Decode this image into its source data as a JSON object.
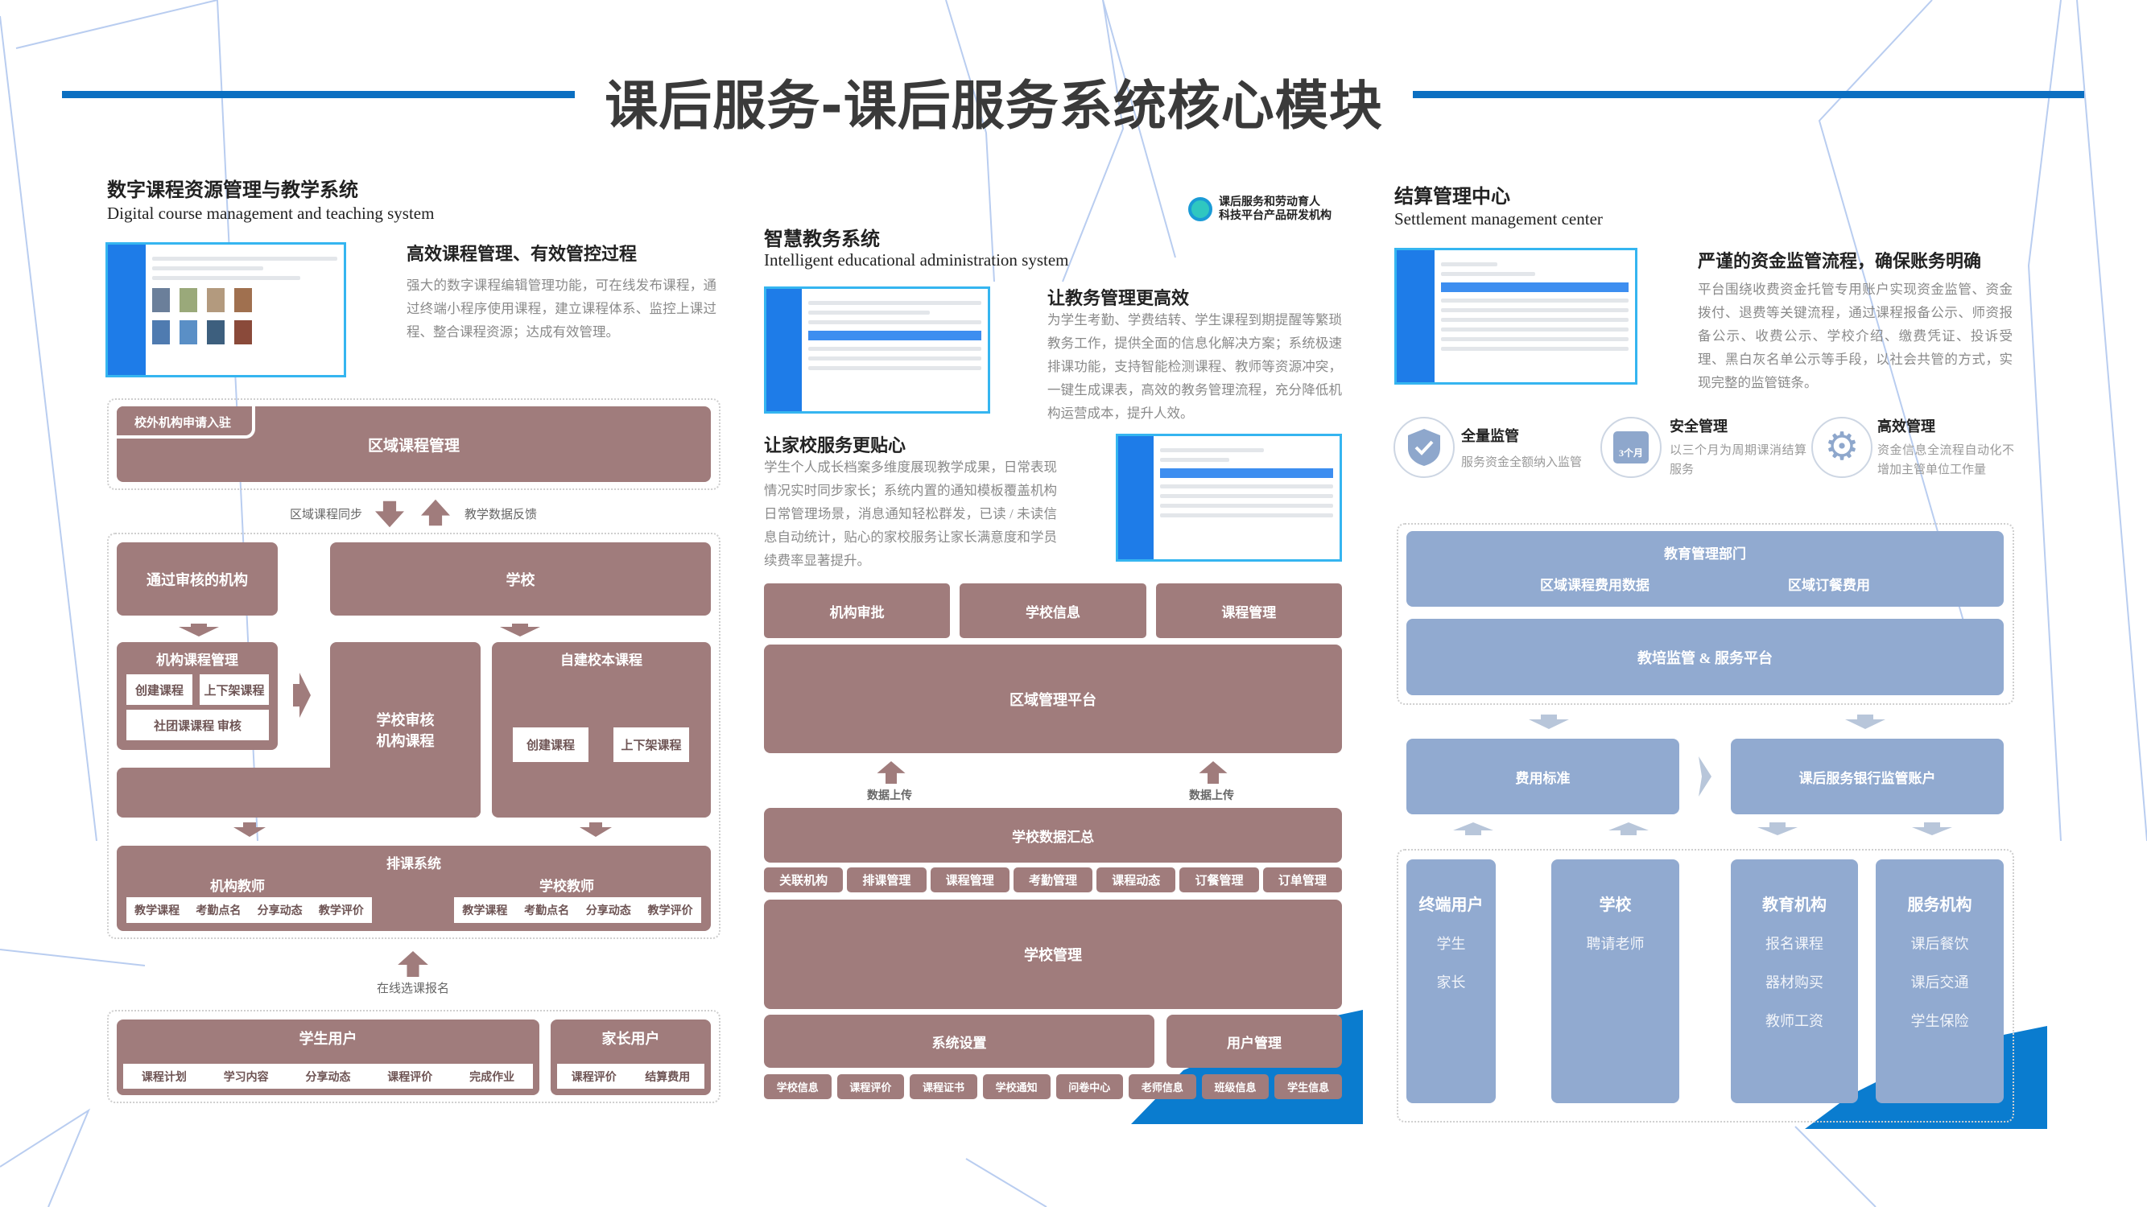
{
  "title": "课后服务-课后服务系统核心模块",
  "colors": {
    "accent": "#0b6fc1",
    "mauve": "#a07c7c",
    "blue": "#91aad0"
  },
  "logo": {
    "line1": "课后服务和劳动育人",
    "line2": "科技平台产品研发机构"
  },
  "left": {
    "heading": "数字课程资源管理与教学系统",
    "english": "Digital course management and teaching system",
    "subheading": "高效课程管理、有效管控过程",
    "paragraph": "强大的数字课程编辑管理功能，可在线发布课程，通过终端小程序使用课程，建立课程体系、监控上课过程、整合课程资源；达成有效管理。",
    "tab": "校外机构申请入驻",
    "region": "区域课程管理",
    "sync_label": "区域课程同步",
    "feedback_label": "教学数据反馈",
    "approved_org": "通过审核的机构",
    "school": "学校",
    "org_course_mgmt": "机构课程管理",
    "create_course": "创建课程",
    "shelf_course": "上下架课程",
    "club_review": "社团课课程 审核",
    "school_review": "学校审核\n机构课程",
    "self_built": "自建校本课程",
    "scheduling": "排课系统",
    "org_teacher": "机构教师",
    "school_teacher": "学校教师",
    "teacher_items": [
      "教学课程",
      "考勤点名",
      "分享动态",
      "教学评价"
    ],
    "enroll_label": "在线选课报名",
    "student_user": "学生用户",
    "student_items": [
      "课程计划",
      "学习内容",
      "分享动态",
      "课程评价",
      "完成作业"
    ],
    "parent_user": "家长用户",
    "parent_items": [
      "课程评价",
      "结算费用"
    ]
  },
  "middle": {
    "heading": "智慧教务系统",
    "english": "Intelligent educational administration system",
    "sub1": "让教务管理更高效",
    "para1": "为学生考勤、学费结转、学生课程到期提醒等繁琐教务工作，提供全面的信息化解决方案；系统极速排课功能，支持智能检测课程、教师等资源冲突，一键生成课表，高效的教务管理流程，充分降低机构运营成本，提升人效。",
    "sub2": "让家校服务更贴心",
    "para2": "学生个人成长档案多维度展现教学成果，日常表现情况实时同步家长；系统内置的通知模板覆盖机构日常管理场景，消息通知轻松群发，已读 / 未读信息自动统计，贴心的家校服务让家长满意度和学员续费率显著提升。",
    "top_row": [
      "机构审批",
      "学校信息",
      "课程管理"
    ],
    "region_platform": "区域管理平台",
    "upload_label": "数据上传",
    "school_data": "学校数据汇总",
    "mid_row": [
      "关联机构",
      "排课管理",
      "课程管理",
      "考勤管理",
      "课程动态",
      "订餐管理",
      "订单管理"
    ],
    "school_mgmt": "学校管理",
    "system_settings": "系统设置",
    "user_mgmt": "用户管理",
    "bottom_row": [
      "学校信息",
      "课程评价",
      "课程证书",
      "学校通知",
      "问卷中心",
      "老师信息",
      "班级信息",
      "学生信息"
    ]
  },
  "right": {
    "heading": "结算管理中心",
    "english": "Settlement management center",
    "subheading": "严谨的资金监管流程，确保账务明确",
    "paragraph": "平台围绕收费资金托管专用账户实现资金监管、资金拨付、退费等关键流程，通过课程报备公示、师资报备公示、收费公示、学校介绍、缴费凭证、投诉受理、黑白灰名单公示等手段，以社会共管的方式，实现完整的监管链条。",
    "features": [
      {
        "icon": "shield-check-icon",
        "title": "全量监管",
        "desc": "服务资金全额纳入监管"
      },
      {
        "icon": "calendar-icon",
        "badge": "3个月",
        "title": "安全管理",
        "desc": "以三个月为周期课消结算服务"
      },
      {
        "icon": "gear-icon",
        "title": "高效管理",
        "desc": "资金信息全流程自动化不增加主管单位工作量"
      }
    ],
    "edu_dept": "教育管理部门",
    "edu_items": [
      "区域课程费用数据",
      "区域订餐费用"
    ],
    "platform": "教培监管 & 服务平台",
    "fee_standard": "费用标准",
    "bank_account": "课后服务银行监管账户",
    "columns": [
      {
        "title": "终端用户",
        "items": [
          "学生",
          "家长"
        ]
      },
      {
        "title": "学校",
        "items": [
          "聘请老师"
        ]
      },
      {
        "title": "教育机构",
        "items": [
          "报名课程",
          "器材购买",
          "教师工资"
        ]
      },
      {
        "title": "服务机构",
        "items": [
          "课后餐饮",
          "课后交通",
          "学生保险"
        ]
      }
    ]
  }
}
